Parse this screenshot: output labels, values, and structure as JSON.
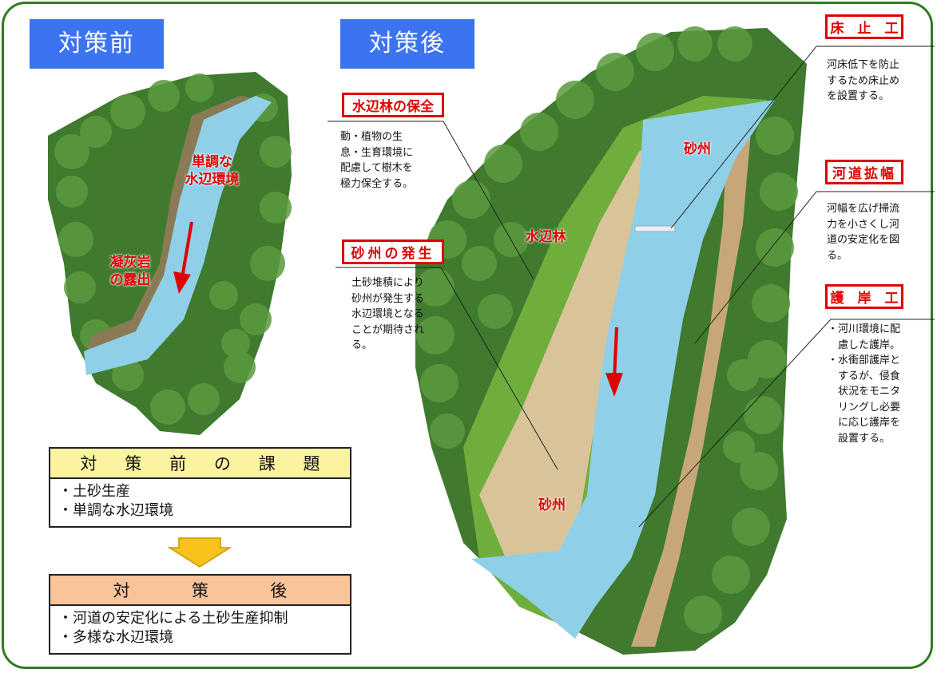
{
  "before_title": "対策前",
  "after_title": "対策後",
  "before_map_labels": {
    "monotonous_line1": "単調な",
    "monotonous_line2": "水辺環境",
    "tuff_line1": "凝灰岩",
    "tuff_line2": "の露出"
  },
  "after_map_labels": {
    "sandbar_top": "砂州",
    "riparian_forest": "水辺林",
    "sandbar_bottom": "砂州"
  },
  "callouts": {
    "riparian": {
      "title": "水辺林の保全",
      "lines": [
        "動・植物の生",
        "息・生育環境に",
        "配慮して樹木を",
        "極力保全する。"
      ]
    },
    "sandbar": {
      "title": "砂州の発生",
      "lines": [
        "土砂堆積により",
        "砂州が発生する",
        "水辺環境となる",
        "ことが期待され",
        "る。"
      ]
    },
    "groundsill": {
      "title": "床　止　工",
      "lines": [
        "河床低下を防止",
        "するため床止め",
        "を設置する。"
      ]
    },
    "widening": {
      "title": "河道拡幅",
      "lines": [
        "河幅を広げ掃流",
        "力を小さくし河",
        "道の安定化を図",
        "る。"
      ]
    },
    "revetment": {
      "title": "護　岸　工",
      "lines": [
        "・河川環境に配",
        "　慮した護岸。",
        "・水衝部護岸と",
        "　するが、侵食",
        "　状況をモニタ",
        "　リングし必要",
        "　に応じ護岸を",
        "　設置する。"
      ]
    }
  },
  "issues_box": {
    "header_chars": [
      "対",
      "策",
      "前",
      "の",
      "課",
      "題"
    ],
    "items": [
      "・土砂生産",
      "・単調な水辺環境"
    ]
  },
  "after_box": {
    "header_chars": [
      "対",
      "策",
      "後"
    ],
    "items": [
      "・河道の安定化による土砂生産抑制",
      "・多様な水辺環境"
    ]
  },
  "colors": {
    "frame": "#2e7d1e",
    "tag_bg": "#3b73f0",
    "label_red": "#e00000",
    "issues_header_bg": "#fbf3a0",
    "after_header_bg": "#f9c49a",
    "river": "#8fd0e8",
    "forest": "#3f7a2e",
    "arrow_yellow": "#f7c21a"
  }
}
